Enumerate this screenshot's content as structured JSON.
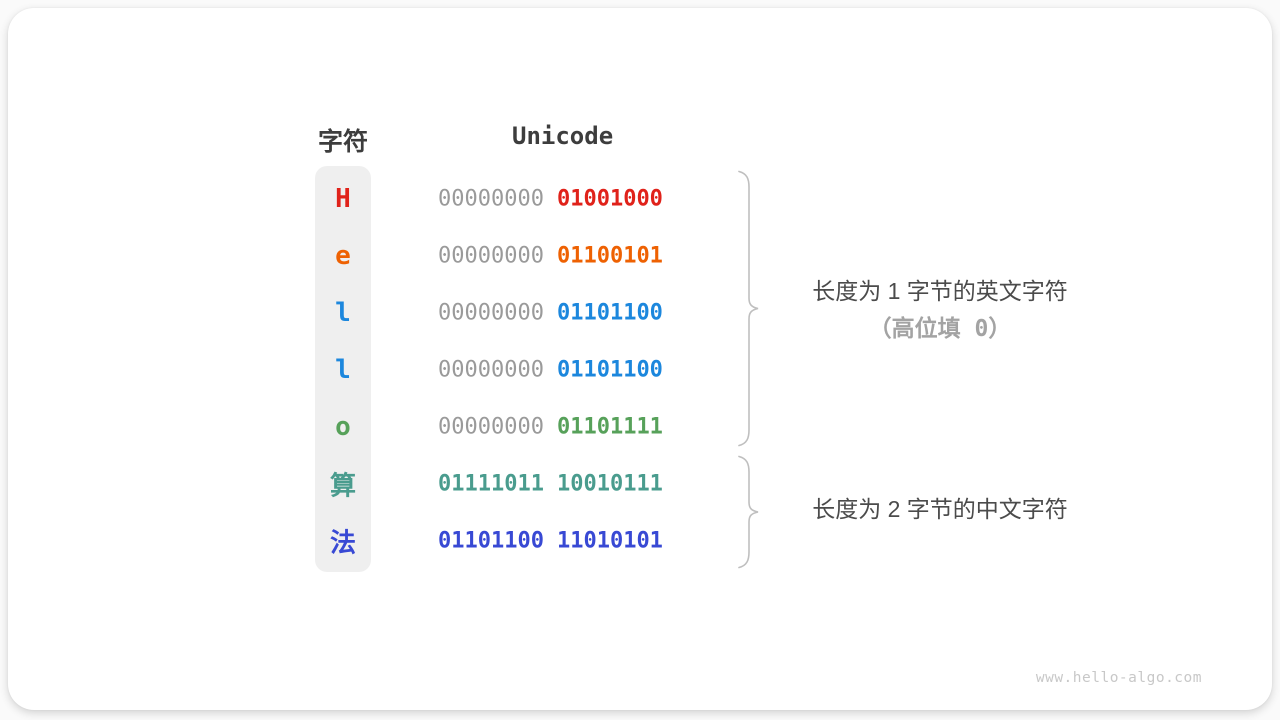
{
  "page": {
    "watermark": "www.hello-algo.com",
    "card_background": "#ffffff",
    "char_column_background": "#efefef",
    "brace_color": "#bfbfbf"
  },
  "table": {
    "headers": {
      "char": "字符",
      "unicode": "Unicode"
    },
    "zero_color": "#9a9a9a",
    "rows": [
      {
        "char": "H",
        "color": "#e0221a",
        "byte1": "00000000",
        "byte2": "01001000",
        "byte1_colored": false
      },
      {
        "char": "e",
        "color": "#ee6102",
        "byte1": "00000000",
        "byte2": "01100101",
        "byte1_colored": false
      },
      {
        "char": "l",
        "color": "#1c87dd",
        "byte1": "00000000",
        "byte2": "01101100",
        "byte1_colored": false
      },
      {
        "char": "l",
        "color": "#1c87dd",
        "byte1": "00000000",
        "byte2": "01101100",
        "byte1_colored": false
      },
      {
        "char": "o",
        "color": "#57a15a",
        "byte1": "00000000",
        "byte2": "01101111",
        "byte1_colored": false
      },
      {
        "char": "算",
        "color": "#4a9c8e",
        "byte1": "01111011",
        "byte2": "10010111",
        "byte1_colored": true
      },
      {
        "char": "法",
        "color": "#3849d4",
        "byte1": "01101100",
        "byte2": "11010101",
        "byte1_colored": true
      }
    ]
  },
  "annotations": [
    {
      "line1": "长度为 1 字节的英文字符",
      "line2": "（高位填 0）"
    },
    {
      "line1": "长度为 2 字节的中文字符"
    }
  ]
}
